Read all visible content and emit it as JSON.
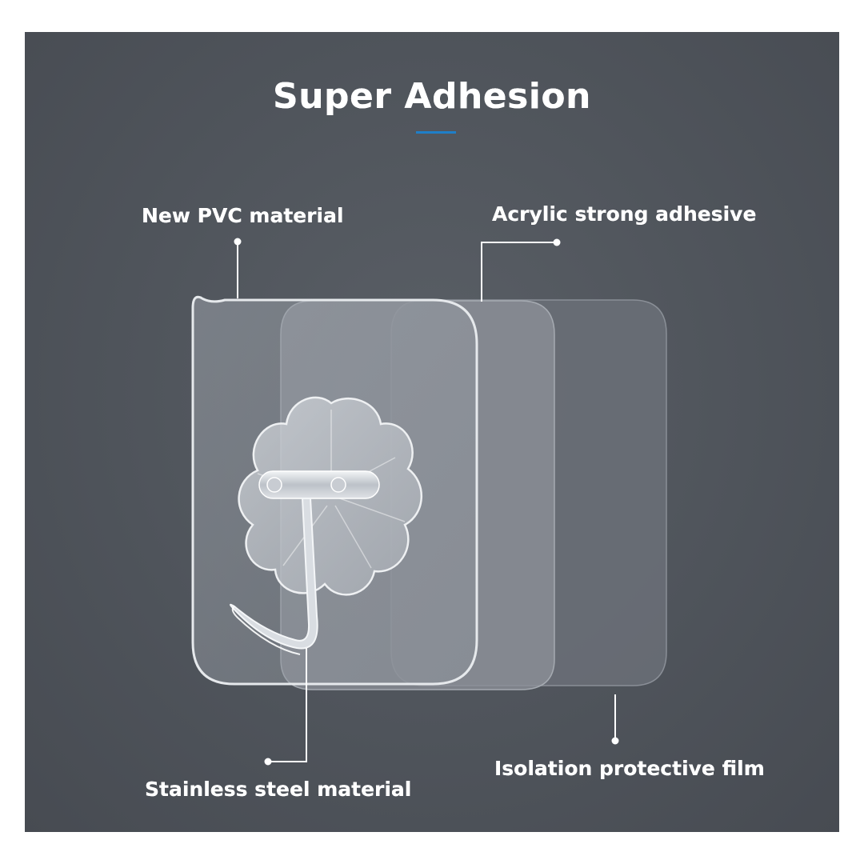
{
  "title": "Super Adhesion",
  "labels": {
    "pvc": "New PVC material",
    "acrylic": "Acrylic strong adhesive",
    "steel": "Stainless steel material",
    "film": "Isolation protective film"
  },
  "colors": {
    "background": "#4f545b",
    "accent_underline": "#1f7fc8",
    "text": "#ffffff"
  }
}
